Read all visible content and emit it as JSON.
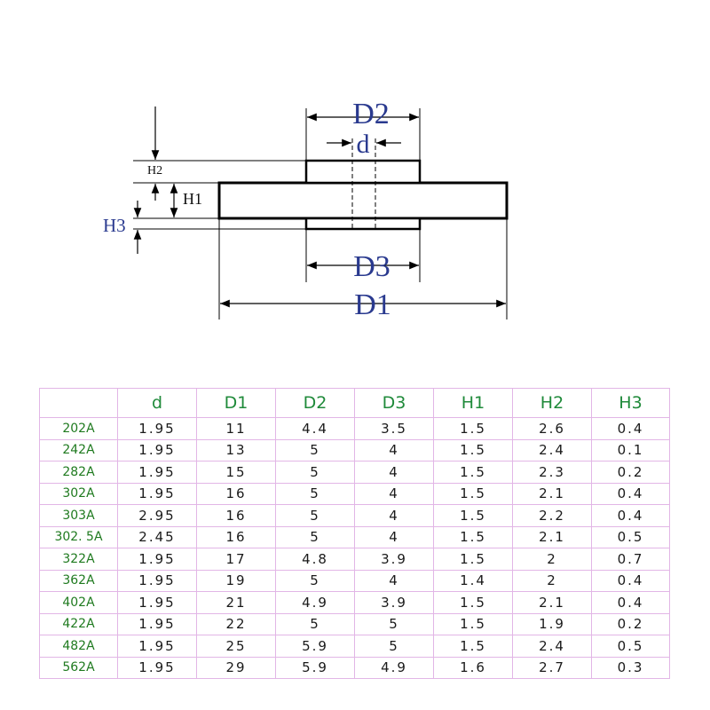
{
  "diagram": {
    "labels": {
      "d": "d",
      "D1": "D1",
      "D2": "D2",
      "D3": "D3",
      "H1": "H1",
      "H2": "H2",
      "H3": "H3"
    },
    "colors": {
      "label": "#2a3a8f",
      "line": "#000000"
    }
  },
  "table": {
    "headers": [
      "",
      "d",
      "D1",
      "D2",
      "D3",
      "H1",
      "H2",
      "H3"
    ],
    "rows": [
      [
        "202A",
        "1.95",
        "11",
        "4.4",
        "3.5",
        "1.5",
        "2.6",
        "0.4"
      ],
      [
        "242A",
        "1.95",
        "13",
        "5",
        "4",
        "1.5",
        "2.4",
        "0.1"
      ],
      [
        "282A",
        "1.95",
        "15",
        "5",
        "4",
        "1.5",
        "2.3",
        "0.2"
      ],
      [
        "302A",
        "1.95",
        "16",
        "5",
        "4",
        "1.5",
        "2.1",
        "0.4"
      ],
      [
        "303A",
        "2.95",
        "16",
        "5",
        "4",
        "1.5",
        "2.2",
        "0.4"
      ],
      [
        "302. 5A",
        "2.45",
        "16",
        "5",
        "4",
        "1.5",
        "2.1",
        "0.5"
      ],
      [
        "322A",
        "1.95",
        "17",
        "4.8",
        "3.9",
        "1.5",
        "2",
        "0.7"
      ],
      [
        "362A",
        "1.95",
        "19",
        "5",
        "4",
        "1.4",
        "2",
        "0.4"
      ],
      [
        "402A",
        "1.95",
        "21",
        "4.9",
        "3.9",
        "1.5",
        "2.1",
        "0.4"
      ],
      [
        "422A",
        "1.95",
        "22",
        "5",
        "5",
        "1.5",
        "1.9",
        "0.2"
      ],
      [
        "482A",
        "1.95",
        "25",
        "5.9",
        "5",
        "1.5",
        "2.4",
        "0.5"
      ],
      [
        "562A",
        "1.95",
        "29",
        "5.9",
        "4.9",
        "1.6",
        "2.7",
        "0.3"
      ]
    ],
    "colors": {
      "border": "#e2b6e6",
      "header": "#1f8a3a",
      "model": "#1f7a1f"
    }
  }
}
